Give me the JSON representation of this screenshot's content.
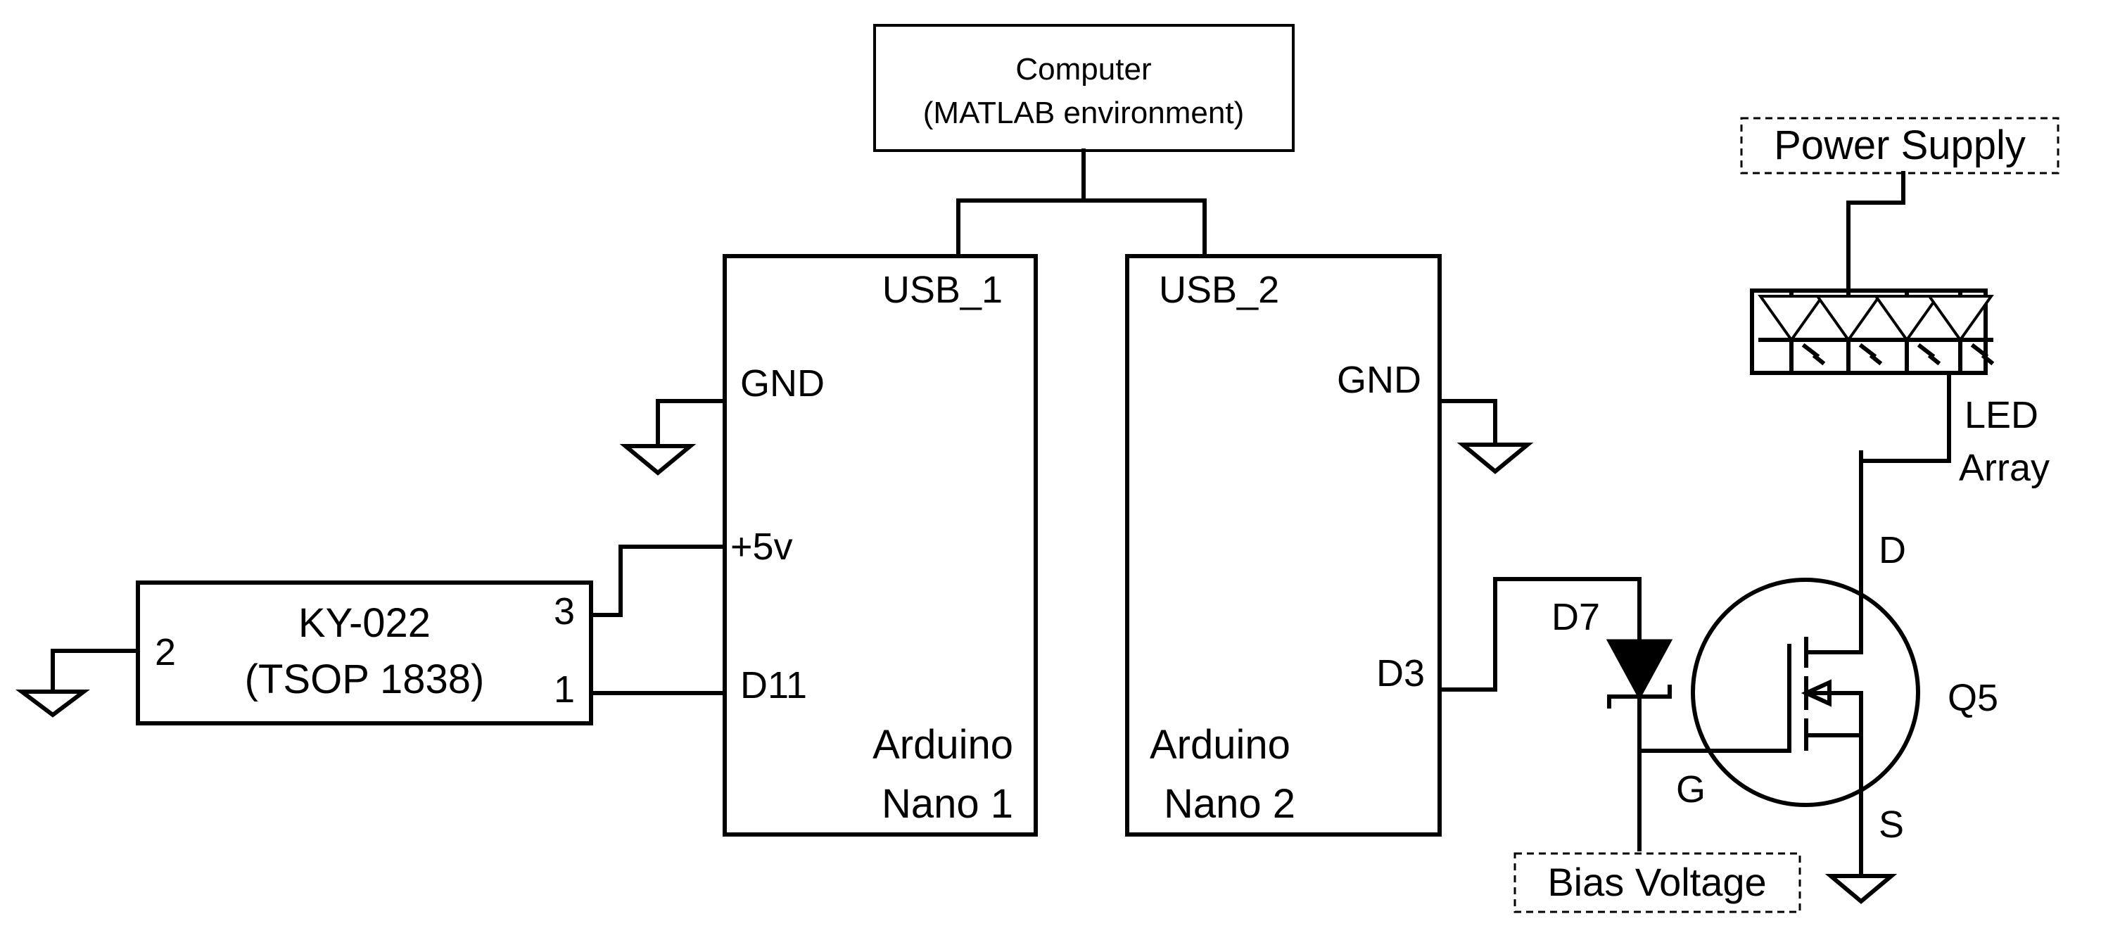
{
  "computer": {
    "line1": "Computer",
    "line2": "(MATLAB environment)"
  },
  "nano1": {
    "usb": "USB_1",
    "gnd": "GND",
    "pin_5v": "+5v",
    "pin_d11": "D11",
    "name1": "Arduino",
    "name2": "Nano 1"
  },
  "nano2": {
    "usb": "USB_2",
    "gnd": "GND",
    "pin_d3": "D3",
    "name1": "Arduino",
    "name2": "Nano 2"
  },
  "ky022": {
    "name1": "KY-022",
    "name2": "(TSOP 1838)",
    "pin2": "2",
    "pin3": "3",
    "pin1": "1"
  },
  "power_supply": "Power Supply",
  "led_array": {
    "line1": "LED",
    "line2": "Array"
  },
  "diode": "D7",
  "bias_voltage": "Bias Voltage",
  "mosfet": {
    "label": "Q5",
    "drain": "D",
    "gate": "G",
    "source": "S"
  }
}
